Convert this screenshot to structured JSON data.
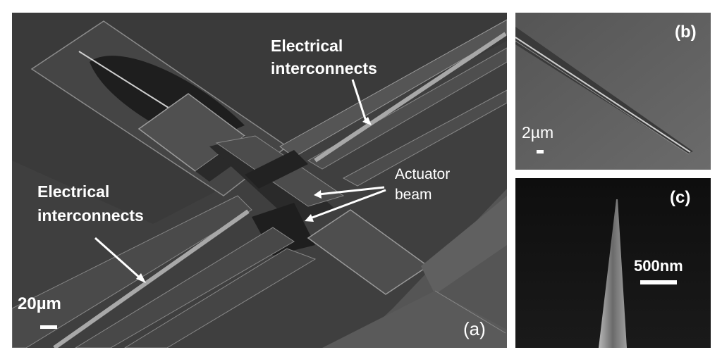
{
  "figure": {
    "panel_a": {
      "panel_label": "(a)",
      "annotation_top": {
        "line1": "Electrical",
        "line2": "interconnects"
      },
      "annotation_bottom": {
        "line1": "Electrical",
        "line2": "interconnects"
      },
      "annotation_actuator": {
        "line1": "Actuator",
        "line2": "beam"
      },
      "scale_label": "20µm"
    },
    "panel_b": {
      "panel_label": "(b)",
      "scale_label": "2µm"
    },
    "panel_c": {
      "panel_label": "(c)",
      "scale_label": "500nm"
    }
  },
  "colors": {
    "background": "#ffffff",
    "sem_dark": "#3a3a3a",
    "sem_mid": "#4a4a4a",
    "sem_light": "#6a6a6a",
    "text": "#ffffff"
  }
}
